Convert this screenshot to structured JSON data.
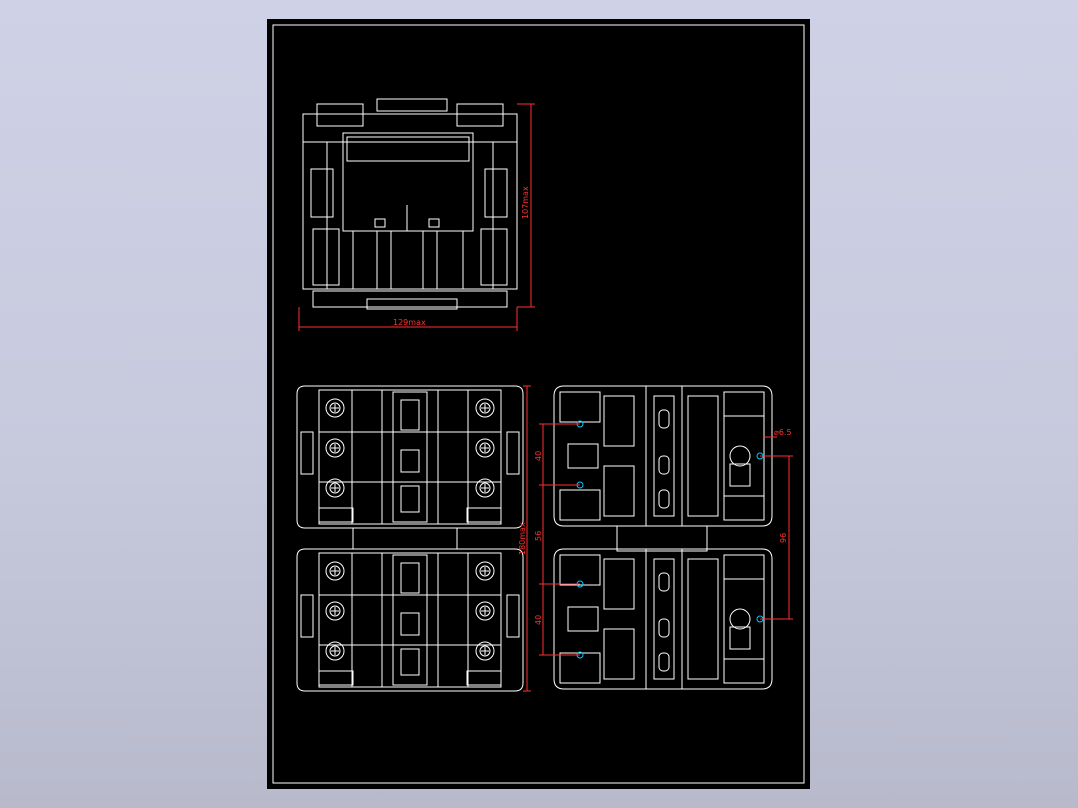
{
  "window": {
    "background_top": "#cfd1e6",
    "background_bottom": "#b8bacc"
  },
  "drawing": {
    "sheet_color": "#000000",
    "line_color": "#ffffff",
    "dimension_color": "#ff3030",
    "highlight_color": "#00c8ff",
    "front_view": {
      "height_dim": "107max",
      "width_dim": "129max"
    },
    "top_view": {
      "height_dim": "180max"
    },
    "mount_view": {
      "pitch_upper": "40",
      "pitch_mid": "56",
      "pitch_lower": "40",
      "center_dim": "96",
      "hole_dim": "⌀6.5"
    }
  }
}
